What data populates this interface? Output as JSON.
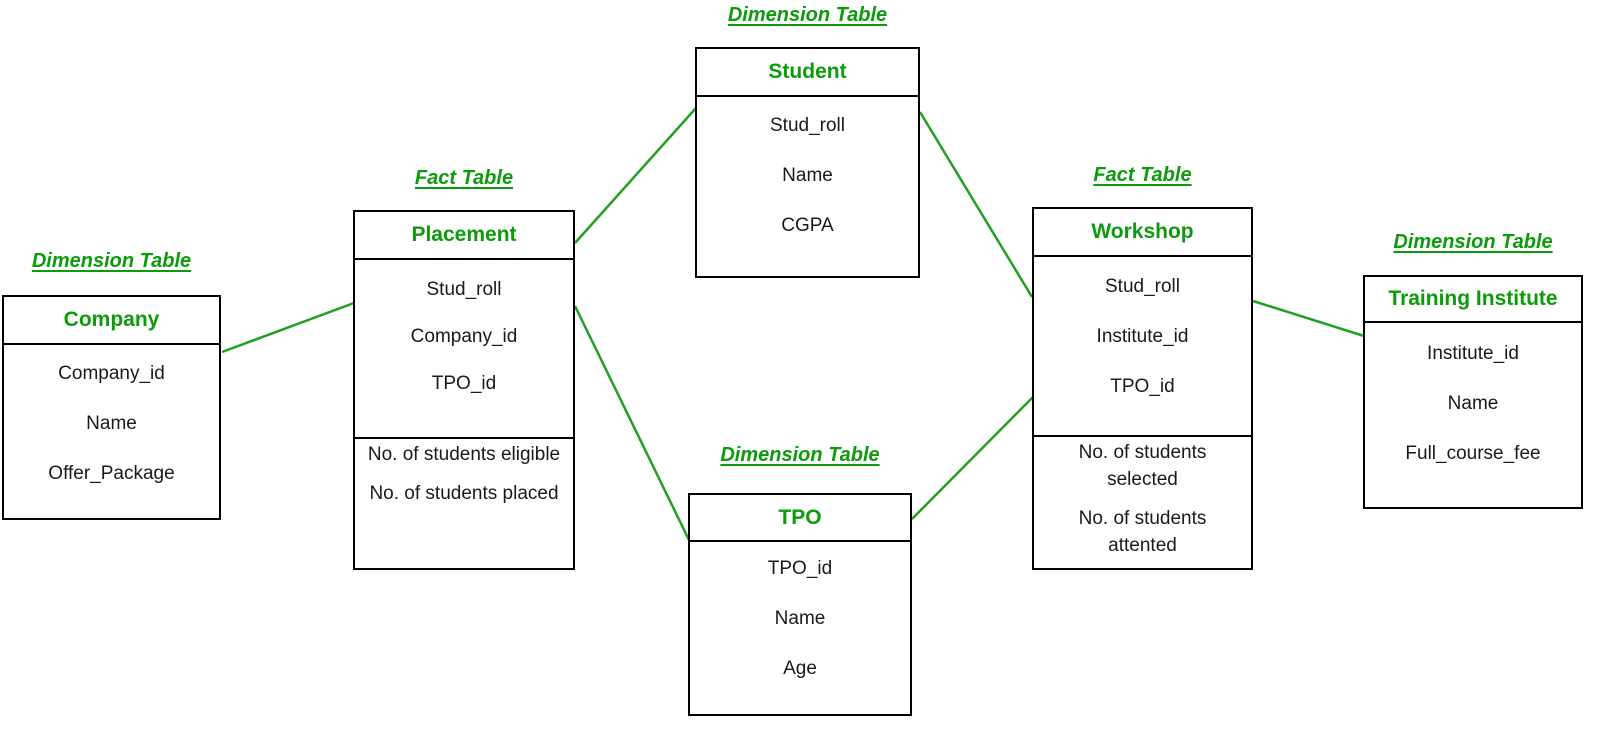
{
  "colors": {
    "green_text": "#0b9b0b",
    "green_line": "#22a022",
    "box_border": "#000000",
    "background": "#ffffff"
  },
  "tables": {
    "company": {
      "kind": "Dimension Table",
      "title": "Company",
      "fields": [
        "Company_id",
        "Name",
        "Offer_Package"
      ]
    },
    "placement": {
      "kind": "Fact Table",
      "title": "Placement",
      "fields": [
        "Stud_roll",
        "Company_id",
        "TPO_id"
      ],
      "measures": [
        "No. of students eligible",
        "No. of students placed"
      ]
    },
    "student": {
      "kind": "Dimension Table",
      "title": "Student",
      "fields": [
        "Stud_roll",
        "Name",
        "CGPA"
      ]
    },
    "tpo": {
      "kind": "Dimension Table",
      "title": "TPO",
      "fields": [
        "TPO_id",
        "Name",
        "Age"
      ]
    },
    "workshop": {
      "kind": "Fact Table",
      "title": "Workshop",
      "fields": [
        "Stud_roll",
        "Institute_id",
        "TPO_id"
      ],
      "measures": [
        "No. of students selected",
        "No. of students attented"
      ]
    },
    "training_institute": {
      "kind": "Dimension Table",
      "title": "Training Institute",
      "fields": [
        "Institute_id",
        "Name",
        "Full_course_fee"
      ]
    }
  },
  "connections": [
    {
      "from": "Company",
      "to": "Placement"
    },
    {
      "from": "Placement",
      "to": "Student"
    },
    {
      "from": "Placement",
      "to": "TPO"
    },
    {
      "from": "Student",
      "to": "Workshop"
    },
    {
      "from": "TPO",
      "to": "Workshop"
    },
    {
      "from": "Workshop",
      "to": "Training Institute"
    }
  ]
}
